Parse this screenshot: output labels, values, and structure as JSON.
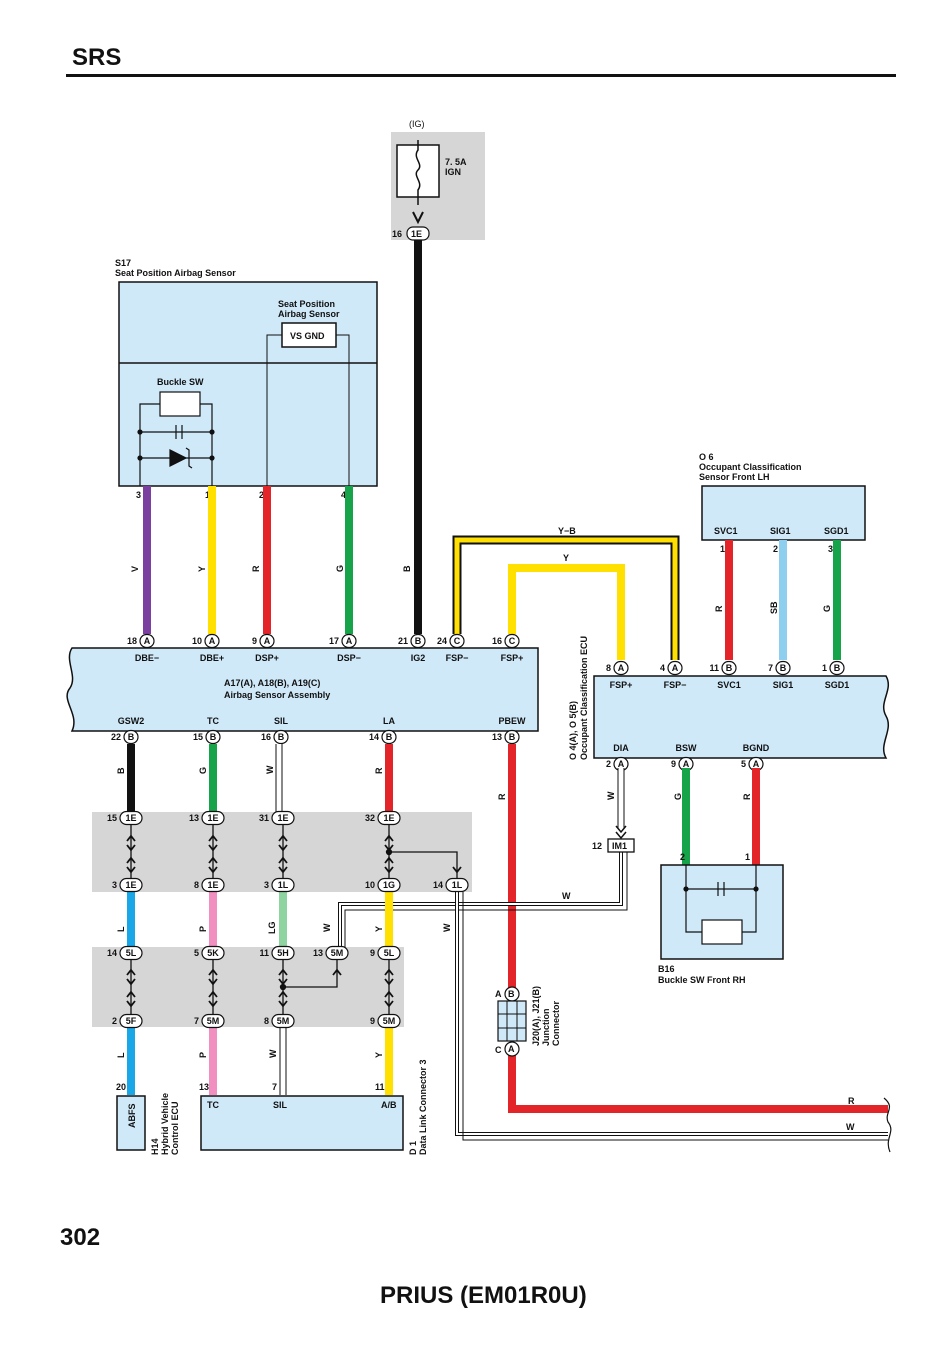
{
  "page": {
    "section": "SRS",
    "page_number": "302",
    "model": "PRIUS (EM01R0U)"
  },
  "fuse": {
    "source": "(IG)",
    "rating": "7. 5A",
    "name": "IGN",
    "pin": "16",
    "conn": "1E"
  },
  "s17": {
    "code": "S17",
    "name": "Seat Position Airbag Sensor",
    "sub_name": "Seat Position",
    "sub_name2": "Airbag Sensor",
    "sub_box": "VS GND",
    "buckle": "Buckle SW",
    "pins": [
      "3",
      "1",
      "2",
      "4"
    ]
  },
  "o6": {
    "code": "O 6",
    "name1": "Occupant Classification",
    "name2": "Sensor Front LH",
    "terms": [
      "SVC1",
      "SIG1",
      "SGD1"
    ],
    "pins": [
      "1",
      "2",
      "3"
    ]
  },
  "airbag": {
    "name1": "A17(A), A18(B), A19(C)",
    "name2": "Airbag Sensor Assembly",
    "top": [
      {
        "pin": "18",
        "conn": "A",
        "term": "DBE−"
      },
      {
        "pin": "10",
        "conn": "A",
        "term": "DBE+"
      },
      {
        "pin": "9",
        "conn": "A",
        "term": "DSP+"
      },
      {
        "pin": "17",
        "conn": "A",
        "term": "DSP−"
      },
      {
        "pin": "21",
        "conn": "B",
        "term": "IG2"
      },
      {
        "pin": "24",
        "conn": "C",
        "term": "FSP−"
      },
      {
        "pin": "16",
        "conn": "C",
        "term": "FSP+"
      }
    ],
    "bottom": [
      {
        "pin": "22",
        "conn": "B",
        "term": "GSW2"
      },
      {
        "pin": "15",
        "conn": "B",
        "term": "TC"
      },
      {
        "pin": "16",
        "conn": "B",
        "term": "SIL"
      },
      {
        "pin": "14",
        "conn": "B",
        "term": "LA"
      },
      {
        "pin": "13",
        "conn": "B",
        "term": "PBEW"
      }
    ]
  },
  "ocecu": {
    "name1": "O 4(A), O 5(B)",
    "name2": "Occupant Classification ECU",
    "top": [
      {
        "pin": "8",
        "conn": "A",
        "term": "FSP+"
      },
      {
        "pin": "4",
        "conn": "A",
        "term": "FSP−"
      },
      {
        "pin": "11",
        "conn": "B",
        "term": "SVC1"
      },
      {
        "pin": "7",
        "conn": "B",
        "term": "SIG1"
      },
      {
        "pin": "1",
        "conn": "B",
        "term": "SGD1"
      }
    ],
    "bottom": [
      {
        "pin": "2",
        "conn": "A",
        "term": "DIA"
      },
      {
        "pin": "9",
        "conn": "A",
        "term": "BSW"
      },
      {
        "pin": "5",
        "conn": "A",
        "term": "BGND"
      }
    ]
  },
  "wire_colors": {
    "s17": [
      "V",
      "Y",
      "R",
      "G"
    ],
    "ig": "B",
    "yb": "Y−B",
    "y": "Y",
    "o6": [
      "R",
      "SB",
      "G"
    ],
    "bottom": [
      "B",
      "G",
      "W",
      "R",
      "R"
    ],
    "dia": "W",
    "buckle_rh": [
      "G",
      "R"
    ],
    "mid": [
      "L",
      "P",
      "LG",
      "W",
      "Y",
      "W"
    ],
    "low": [
      "L",
      "P",
      "W",
      "Y"
    ],
    "w_long": "W",
    "out_r": "R",
    "out_w": "W"
  },
  "jb1": {
    "top": [
      {
        "pin": "15",
        "conn": "1E"
      },
      {
        "pin": "13",
        "conn": "1E"
      },
      {
        "pin": "31",
        "conn": "1E"
      },
      {
        "pin": "32",
        "conn": "1E"
      }
    ],
    "bottom": [
      {
        "pin": "3",
        "conn": "1E"
      },
      {
        "pin": "8",
        "conn": "1E"
      },
      {
        "pin": "3",
        "conn": "1L"
      },
      {
        "pin": "10",
        "conn": "1G"
      },
      {
        "pin": "14",
        "conn": "1L"
      }
    ]
  },
  "jb2": {
    "top": [
      {
        "pin": "14",
        "conn": "5L"
      },
      {
        "pin": "5",
        "conn": "5K"
      },
      {
        "pin": "11",
        "conn": "5H"
      },
      {
        "pin": "13",
        "conn": "5M"
      },
      {
        "pin": "9",
        "conn": "5L"
      }
    ],
    "bottom": [
      {
        "pin": "2",
        "conn": "5F"
      },
      {
        "pin": "7",
        "conn": "5M"
      },
      {
        "pin": "8",
        "conn": "5M"
      },
      {
        "pin": "9",
        "conn": "5M"
      }
    ]
  },
  "im1": {
    "pin": "12",
    "conn": "IM1"
  },
  "b16": {
    "pins": [
      "2",
      "1"
    ],
    "code": "B16",
    "name": "Buckle SW Front RH"
  },
  "jconn": {
    "pin_a": "A",
    "conn_a": "B",
    "pin_c": "C",
    "conn_c": "A",
    "name1": "J20(A), J21(B)",
    "name2": "Junction",
    "name3": "Connector"
  },
  "h14": {
    "pin": "20",
    "term": "ABFS",
    "code": "H14",
    "name1": "Hybrid Vehicle",
    "name2": "Control ECU"
  },
  "d1": {
    "pins": [
      "13",
      "7",
      "11"
    ],
    "terms": [
      "TC",
      "SIL",
      "A/B"
    ],
    "code": "D 1",
    "name": "Data Link Connector 3"
  },
  "colors": {
    "box_fill": "#cfe9f9",
    "gray_block": "#d6d6d6",
    "violet": "#7b3fa0",
    "yellow": "#ffe000",
    "red": "#e3252a",
    "green": "#17a34a",
    "black": "#111111",
    "sky": "#8ecff0",
    "blue": "#1aa7e8",
    "pink": "#f08fc0",
    "lightgreen": "#8fd3a0"
  }
}
